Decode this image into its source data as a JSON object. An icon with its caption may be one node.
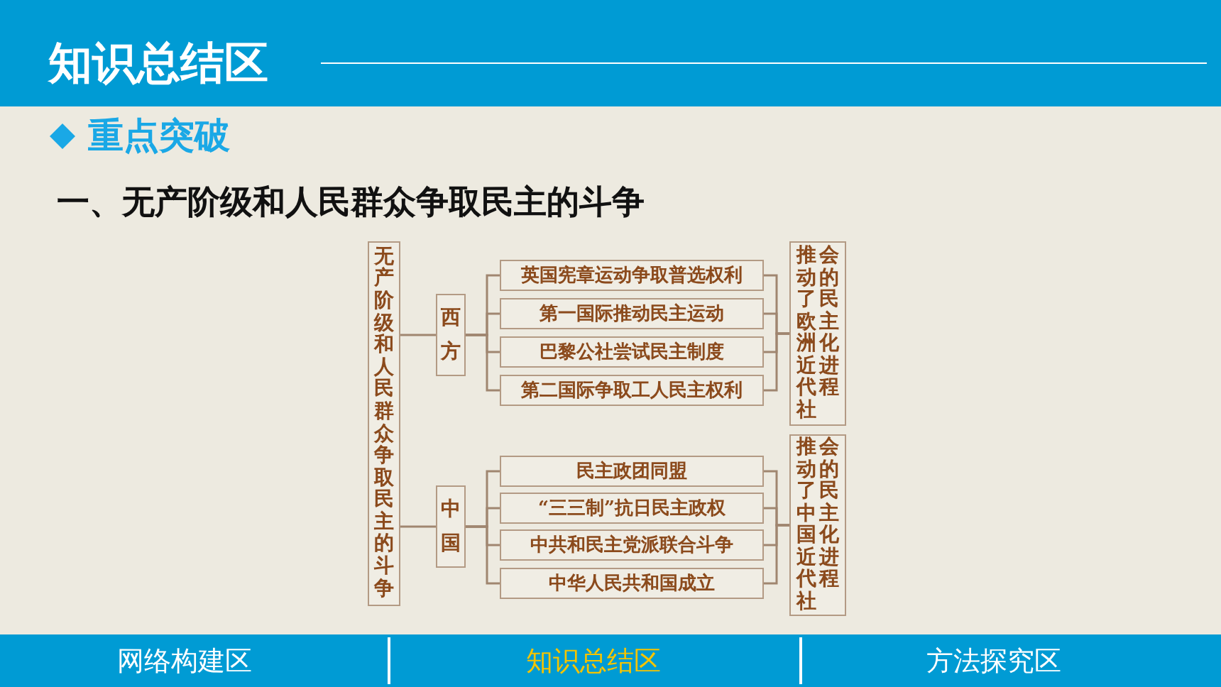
{
  "diagram": {
    "title": "知识总结区",
    "nodes": [
      {
        "text": [
          "无产阶级和人民群众争取民主的斗争"
        ]
      },
      {
        "text": [
          "西方"
        ]
      },
      {
        "text": [
          "英国宪章运动争取普选权利"
        ]
      },
      {
        "text": [
          "第一国际推动民主运动"
        ]
      },
      {
        "text": [
          "巴黎公社尝试民主制度"
        ]
      },
      {
        "text": [
          "第二国际争取工人民主权利"
        ]
      },
      {
        "text": [
          "推动了欧洲近代社会的民主化进程"
        ]
      },
      {
        "text": [
          "中国"
        ]
      },
      {
        "text": [
          "民主政团同盟"
        ]
      },
      {
        "text": [
          "“三三制”抗日民主政权"
        ]
      },
      {
        "text": [
          "中共和民主党派联合斗争"
        ]
      },
      {
        "text": [
          "中华人民共和国成立"
        ]
      },
      {
        "text": [
          "推动了中国近代社会的民主化进程"
        ]
      }
    ],
    "edges": [
      {
        "from": 0,
        "to": 1,
        "arrow": "none"
      },
      {
        "from": 0,
        "to": 7,
        "arrow": "none"
      },
      {
        "from": 1,
        "to": 2,
        "arrow": "none"
      },
      {
        "from": 1,
        "to": 3,
        "arrow": "none"
      },
      {
        "from": 1,
        "to": 4,
        "arrow": "none"
      },
      {
        "from": 1,
        "to": 5,
        "arrow": "none"
      },
      {
        "from": 2,
        "to": 6,
        "arrow": "none"
      },
      {
        "from": 3,
        "to": 6,
        "arrow": "none"
      },
      {
        "from": 4,
        "to": 6,
        "arrow": "none"
      },
      {
        "from": 5,
        "to": 6,
        "arrow": "none"
      },
      {
        "from": 7,
        "to": 8,
        "arrow": "none"
      },
      {
        "from": 7,
        "to": 9,
        "arrow": "none"
      },
      {
        "from": 7,
        "to": 10,
        "arrow": "none"
      },
      {
        "from": 7,
        "to": 11,
        "arrow": "none"
      },
      {
        "from": 8,
        "to": 12,
        "arrow": "none"
      },
      {
        "from": 9,
        "to": 12,
        "arrow": "none"
      },
      {
        "from": 10,
        "to": 12,
        "arrow": "none"
      },
      {
        "from": 11,
        "to": 12,
        "arrow": "none"
      }
    ],
    "labels": [
      "重点突破",
      "一、无产阶级和人民群众争取民主的斗争",
      "网络构建区",
      "知识总结区",
      "方法探究区"
    ]
  }
}
